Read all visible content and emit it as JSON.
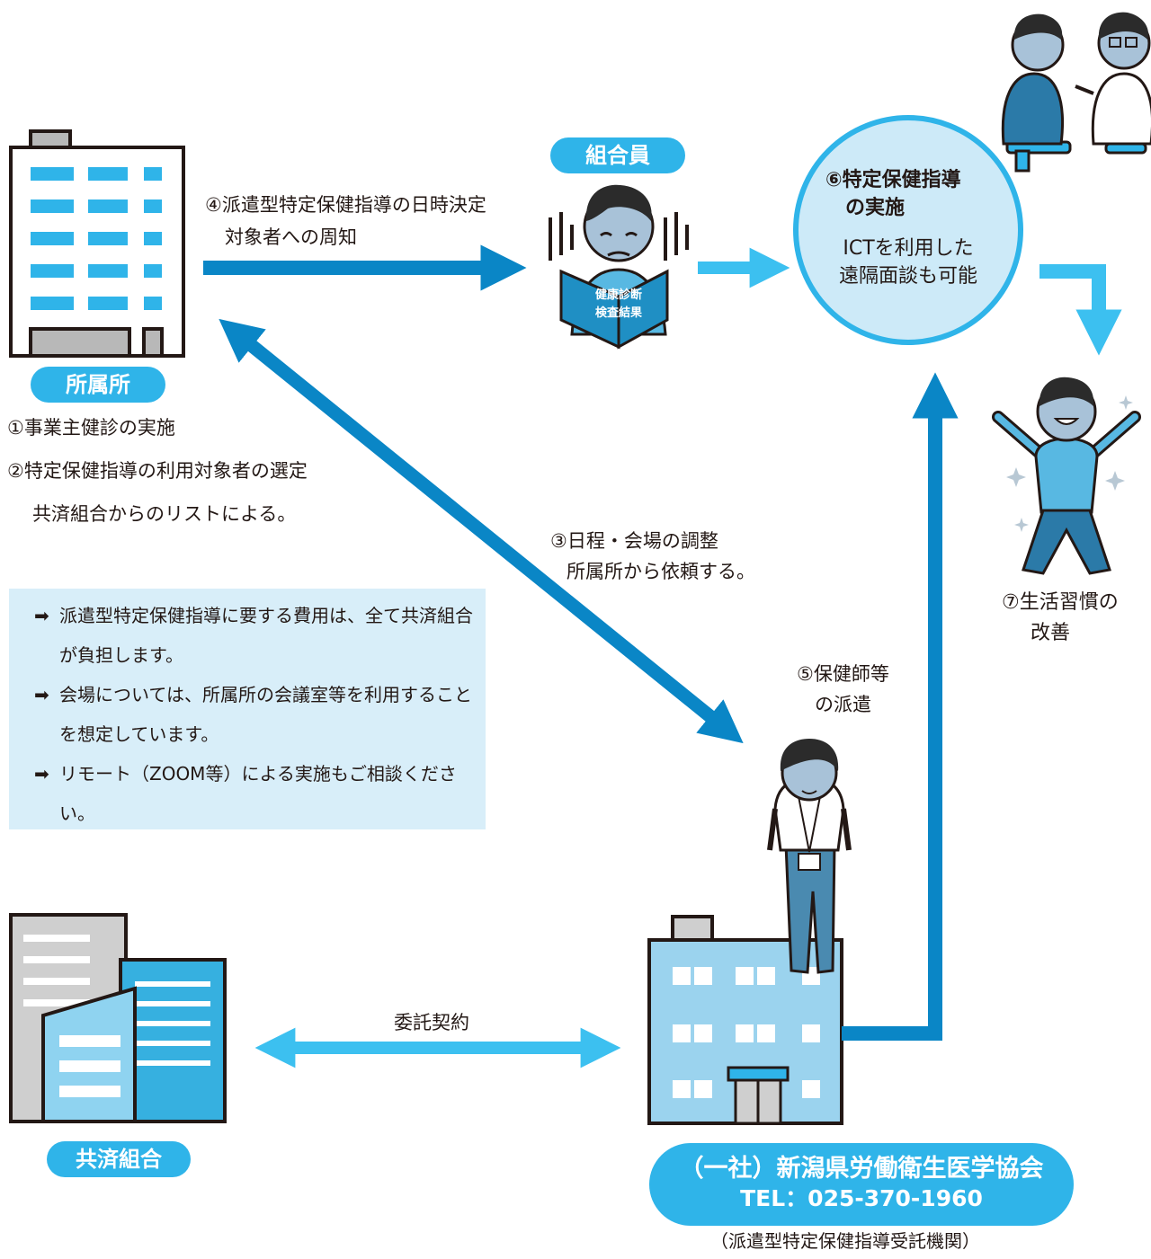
{
  "labels": {
    "affiliate": "所属所",
    "member": "組合員",
    "mutual_aid": "共済組合"
  },
  "affiliate_steps": {
    "step1": "①事業主健診の実施",
    "step2": "②特定保健指導の利用対象者の選定",
    "step2_note": "共済組合からのリストによる。"
  },
  "step3": {
    "line1": "③日程・会場の調整",
    "line2": "所属所から依頼する。"
  },
  "step4": {
    "line1": "④派遣型特定保健指導の日時決定",
    "line2": "対象者への周知"
  },
  "step5": {
    "line1": "⑤保健師等",
    "line2": "の派遣"
  },
  "step6": {
    "line1": "⑥特定保健指導",
    "line2": "の実施",
    "line3": "ICTを利用した",
    "line4": "遠隔面談も可能"
  },
  "step7": {
    "line1": "⑦生活習慣の",
    "line2": "改善"
  },
  "contract_label": "委託契約",
  "book_text": {
    "line1": "健康診断",
    "line2": "検査結果"
  },
  "notes": [
    "派遣型特定保健指導に要する費用は、全て共済組合が負担します。",
    "会場については、所属所の会議室等を利用することを想定しています。",
    "リモート（ZOOM等）による実施もご相談ください。"
  ],
  "organization": {
    "name": "（一社）新潟県労働衛生医学協会",
    "tel": "TEL：025-370-1960",
    "role": "（派遣型特定保健指導受託機関）"
  },
  "colors": {
    "accent": "#2fb4e9",
    "arrow_dark": "#0a86c6",
    "arrow_light": "#3cc0f0",
    "note_bg": "#d8eef9"
  }
}
